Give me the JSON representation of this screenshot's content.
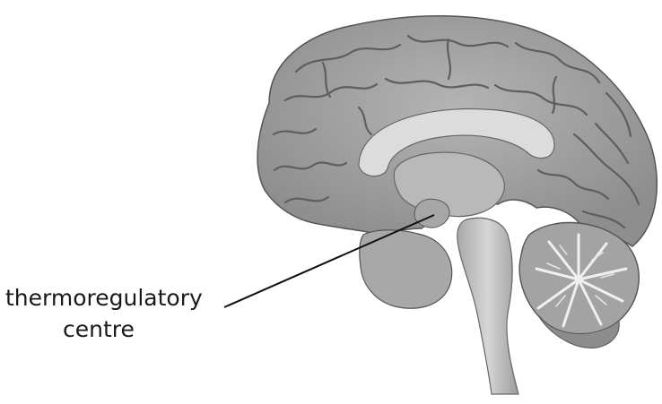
{
  "diagram": {
    "subject": "Sagittal section of the human brain",
    "label": {
      "line1": "thermoregulatory",
      "line2": "centre"
    },
    "colors": {
      "tissue": "#9a9a9a",
      "tissue_light": "#c9c9c9",
      "tissue_dark": "#6e6e6e",
      "leader_line": "#111111",
      "text": "#1a1a1a"
    }
  }
}
